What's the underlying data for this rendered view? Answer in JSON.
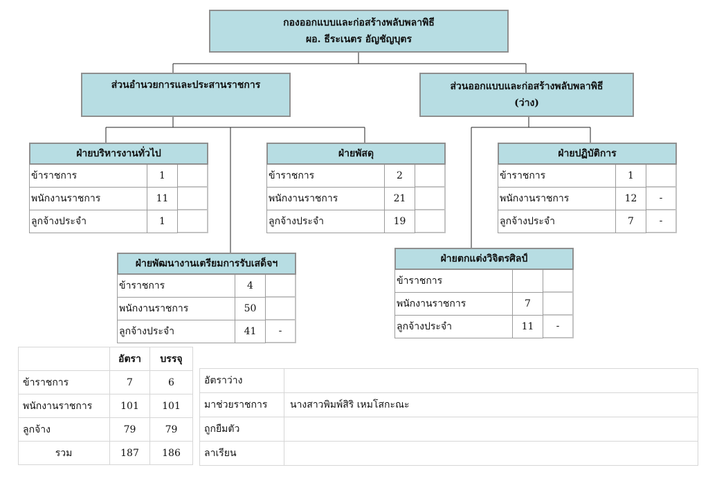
{
  "top": {
    "line1": "กองออกแบบและก่อสร้างพลับพลาพิธี",
    "line2": "ผอ. ธีระเนตร  อัญชัญบุตร"
  },
  "section_left": {
    "line1": "ส่วนอำนวยการและประสานราชการ",
    "line2": ""
  },
  "section_right": {
    "line1": "ส่วนออกแบบและก่อสร้างพลับพลาพิธี",
    "line2": "(ว่าง)"
  },
  "row_labels": [
    "ข้าราชการ",
    "พนักงานราชการ",
    "ลูกจ้างประจำ"
  ],
  "units": {
    "general": {
      "title": "ฝ่ายบริหารงานทั่วไป",
      "counts": [
        "1",
        "11",
        "1"
      ],
      "extra": [
        "",
        "",
        ""
      ]
    },
    "supply": {
      "title": "ฝ่ายพัสดุ",
      "counts": [
        "2",
        "21",
        "19"
      ],
      "extra": [
        "",
        "",
        ""
      ]
    },
    "operation": {
      "title": "ฝ่ายปฏิบัติการ",
      "counts": [
        "1",
        "12",
        "7"
      ],
      "extra": [
        "",
        "-",
        "-"
      ]
    },
    "develop": {
      "title": "ฝ่ายพัฒนางานเตรียมการรับเสด็จฯ",
      "counts": [
        "4",
        "50",
        "41"
      ],
      "extra": [
        "",
        "",
        "-"
      ]
    },
    "decor": {
      "title": "ฝ่ายตกแต่งวิจิตรศิลป์",
      "counts": [
        "",
        "7",
        "11"
      ],
      "extra": [
        "",
        "",
        "-"
      ]
    }
  },
  "summary": {
    "headers": [
      "",
      "อัตรา",
      "บรรจุ"
    ],
    "rows": [
      [
        "ข้าราชการ",
        "7",
        "6"
      ],
      [
        "พนักงานราชการ",
        "101",
        "101"
      ],
      [
        "ลูกจ้าง",
        "79",
        "79"
      ]
    ],
    "total": [
      "รวม",
      "187",
      "186"
    ]
  },
  "info": [
    [
      "อัตราว่าง",
      ""
    ],
    [
      "มาช่วยราชการ",
      "นางสาวพิมพ์สิริ เหมโสกะณะ"
    ],
    [
      "ถูกยืมตัว",
      ""
    ],
    [
      "ลาเรียน",
      ""
    ]
  ]
}
